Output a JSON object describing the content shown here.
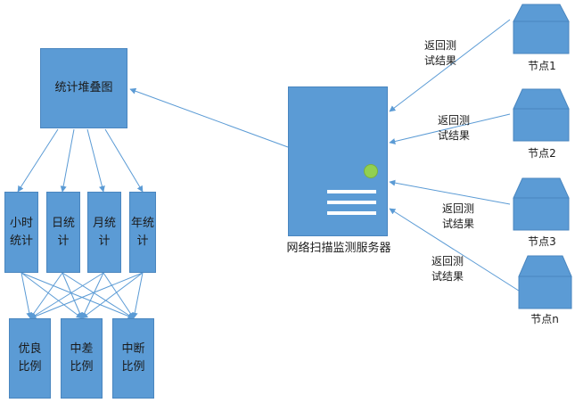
{
  "diagram": {
    "stats_stack": {
      "label": "统计堆叠图"
    },
    "server": {
      "label": "网络扫描监测服务器"
    },
    "stats": [
      {
        "label": "小时\n统计"
      },
      {
        "label": "日统\n计"
      },
      {
        "label": "月统\n计"
      },
      {
        "label": "年统\n计"
      }
    ],
    "ratios": [
      {
        "label": "优良\n比例"
      },
      {
        "label": "中差\n比例"
      },
      {
        "label": "中断\n比例"
      }
    ],
    "nodes": [
      {
        "label": "节点1"
      },
      {
        "label": "节点2"
      },
      {
        "label": "节点3"
      },
      {
        "label": "节点n"
      }
    ],
    "return_labels": [
      {
        "text": "返回测\n试结果"
      },
      {
        "text": "返回测\n试结果"
      },
      {
        "text": "返回测\n试结果"
      },
      {
        "text": "返回测\n试结果"
      }
    ],
    "colors": {
      "box_fill": "#5b9bd5",
      "box_border": "#4a86bf",
      "status_dot": "#92d050",
      "arrow": "#5b9bd5"
    }
  }
}
